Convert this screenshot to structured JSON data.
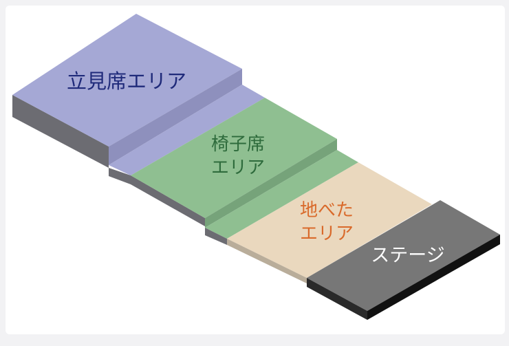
{
  "areas": {
    "standing": {
      "label": "立見席エリア",
      "color": "#1f2a7a"
    },
    "seated": {
      "line1": "椅子席",
      "line2": "エリア",
      "color": "#2e6b3c"
    },
    "floor": {
      "line1": "地べた",
      "line2": "エリア",
      "color": "#d96a2b"
    },
    "stage": {
      "label": "ステージ",
      "color": "#ffffff"
    }
  }
}
